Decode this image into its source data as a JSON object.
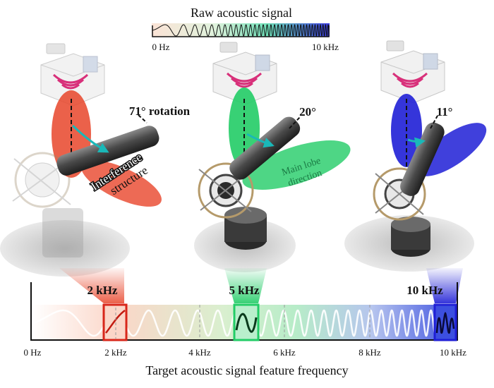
{
  "raw_signal": {
    "title": "Raw acoustic signal",
    "min_label": "0 Hz",
    "max_label": "10 kHz"
  },
  "panels": [
    {
      "frequency_label": "2 kHz",
      "angle_label": "71° rotation",
      "annotation_lines": [
        "Interference",
        "structure"
      ],
      "color": "#e8452a",
      "frequency_khz": 2
    },
    {
      "frequency_label": "5 kHz",
      "angle_label": "20°",
      "annotation_lines": [
        "Main lobe",
        "direction"
      ],
      "color": "#22cc66",
      "frequency_khz": 5
    },
    {
      "frequency_label": "10 kHz",
      "angle_label": "11°",
      "annotation_lines": [],
      "color": "#1f1fd6",
      "frequency_khz": 10
    }
  ],
  "axis": {
    "tick_labels": [
      "0 Hz",
      "2 kHz",
      "4 kHz",
      "6 kHz",
      "8 kHz",
      "10 kHz"
    ],
    "xlabel": "Target acoustic signal feature frequency"
  }
}
